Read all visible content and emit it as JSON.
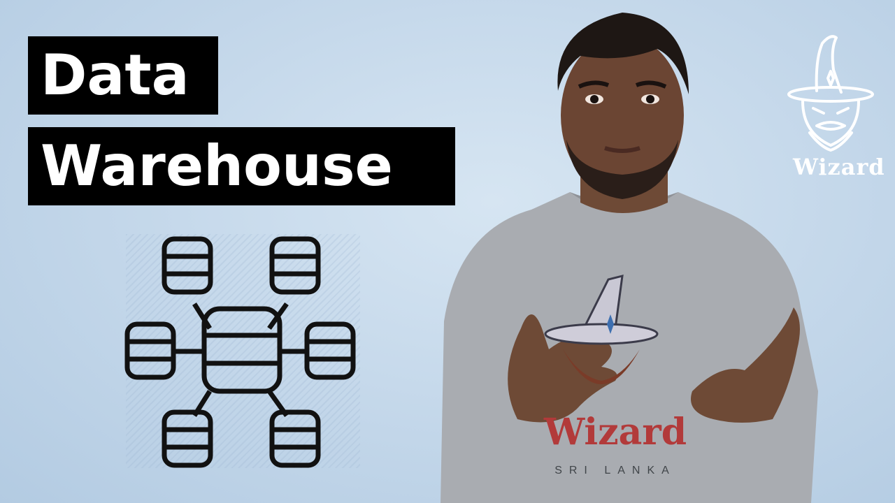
{
  "title": {
    "line1": "Data",
    "line2": "Warehouse"
  },
  "diagram": {
    "icon": "database-network-icon"
  },
  "logo": {
    "icon": "wizard-logo-icon",
    "text": "Wizard"
  },
  "presenter": {
    "shirt_brand": "Wizard",
    "shirt_sub": "SRI LANKA"
  },
  "colors": {
    "background": "#c6d9eb",
    "title_bg": "#000000",
    "title_text": "#ffffff",
    "shirt": "#a9acb1",
    "shirt_brand": "#b23a3a"
  }
}
